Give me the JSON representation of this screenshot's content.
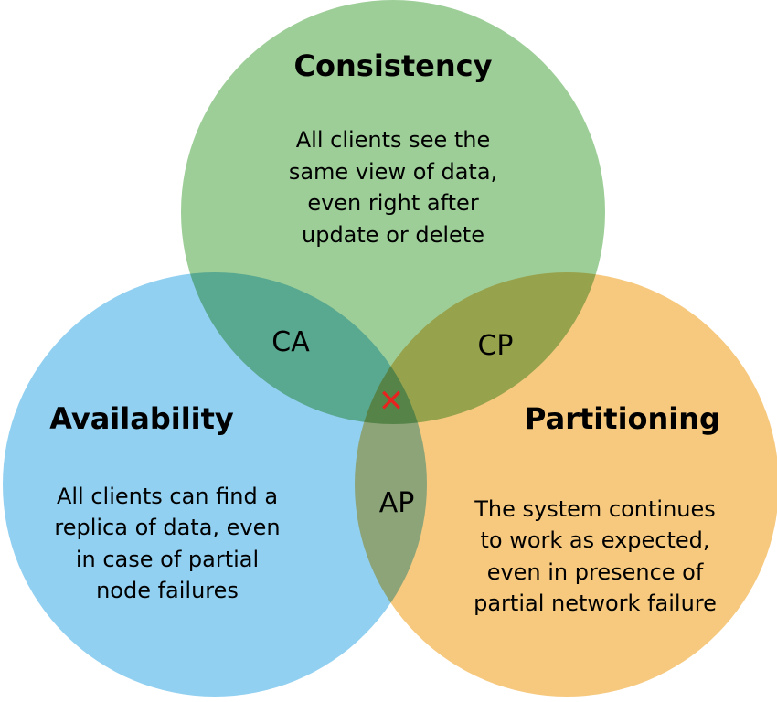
{
  "colors": {
    "consistency": "#8cc586",
    "availability": "#7ec8ef",
    "partitioning": "#f5c069"
  },
  "consistency": {
    "title": "Consistency",
    "description": [
      "All clients see the",
      "same view of data,",
      "even right after",
      "update or delete"
    ]
  },
  "availability": {
    "title": "Availability",
    "description": [
      "All clients can find a",
      "replica of data, even",
      "in case of partial",
      "node failures"
    ]
  },
  "partitioning": {
    "title": "Partitioning",
    "description": [
      "The system continues",
      "to work as expected,",
      "even in presence of",
      "partial network failure"
    ]
  },
  "overlaps": {
    "ca": "CA",
    "cp": "CP",
    "ap": "AP",
    "center": "✕"
  }
}
